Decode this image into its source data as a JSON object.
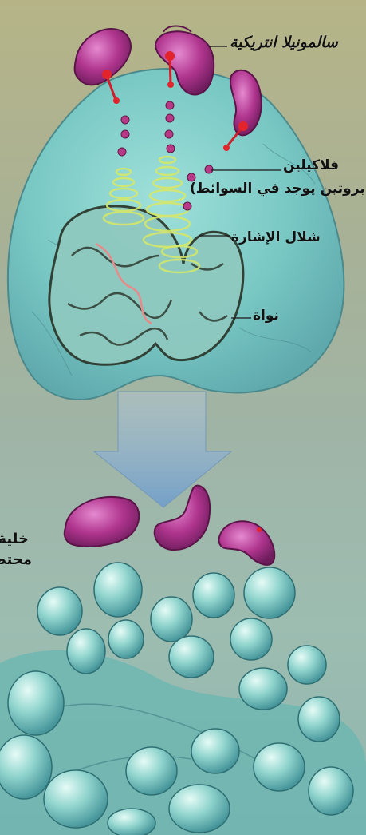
{
  "labels": {
    "salmonella": "سالمونيلا انتريكية",
    "flagellin_line1": "فلاكيلين",
    "flagellin_line2": "(بروتين يوجد في السوائط)",
    "signal_cascade": "شلال الإشارة",
    "nucleus": "نواة",
    "cell_line1": "خلية",
    "cell_line2": "محتض"
  },
  "colors": {
    "cell_fill": "#7ecfc9",
    "bacteria": "#b0358e",
    "flagellin_dot": "#b83a86",
    "signal_rings": "#d5e86a",
    "nucleus_outline": "#2d3a2e",
    "arrow": "#88aed4"
  }
}
